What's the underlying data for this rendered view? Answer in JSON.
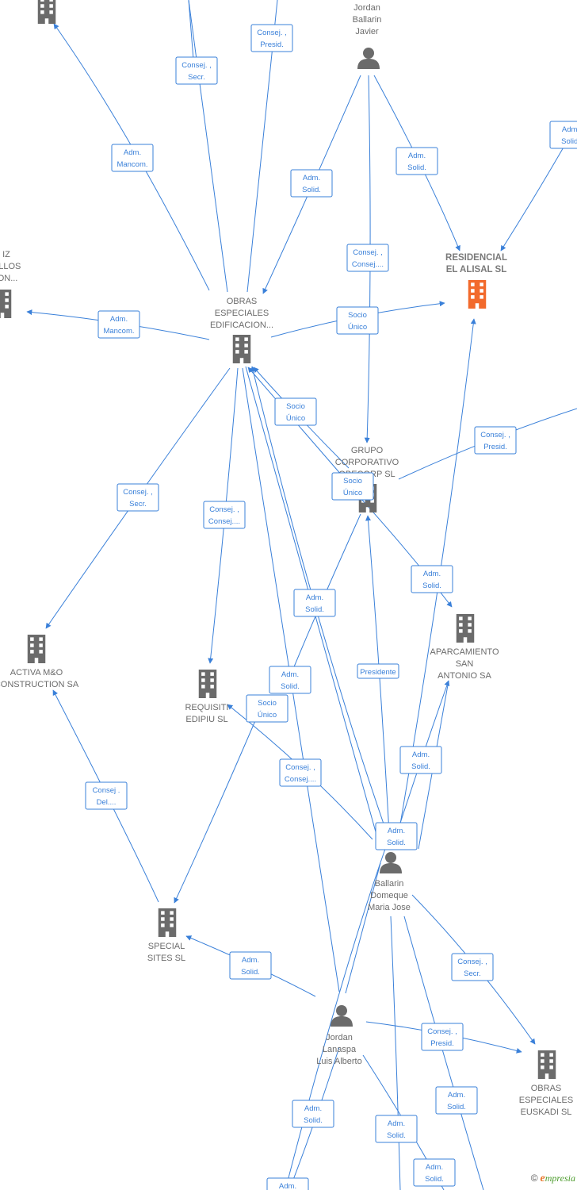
{
  "colors": {
    "edge": "#3a80d9",
    "building": "#6b6b6b",
    "building_highlight": "#f26a2c",
    "person": "#6b6b6b",
    "label": "#6b6b6b"
  },
  "nodes": [
    {
      "id": "top_left_company",
      "type": "company",
      "lines": []
    },
    {
      "id": "obras_especiales_edificacion",
      "type": "company",
      "lines": [
        "OBRAS",
        "ESPECIALES",
        "EDIFICACION..."
      ]
    },
    {
      "id": "left_cut_company",
      "type": "company",
      "lines": [
        "IZ",
        "OLLOS",
        "ION..."
      ]
    },
    {
      "id": "residencial_el_alisal",
      "type": "company",
      "highlight": true,
      "lines": [
        "RESIDENCIAL",
        "EL ALISAL  SL"
      ]
    },
    {
      "id": "jordan_ballarin_javier",
      "type": "person",
      "lines": [
        "Jordan",
        "Ballarin",
        "Javier"
      ]
    },
    {
      "id": "grupo_corporativo",
      "type": "company",
      "lines": [
        "GRUPO",
        "CORPORATIVO",
        "OBECORP SL"
      ]
    },
    {
      "id": "activa_mo_construction",
      "type": "company",
      "lines": [
        "ACTIVA M&O",
        "CONSTRUCTION SA"
      ]
    },
    {
      "id": "requisiti_edipiu",
      "type": "company",
      "lines": [
        "REQUISITI",
        "EDIPIU SL"
      ]
    },
    {
      "id": "aparcamiento_san_antonio",
      "type": "company",
      "lines": [
        "APARCAMIENTO",
        "SAN",
        "ANTONIO SA"
      ]
    },
    {
      "id": "ballarin_domeque_maria_jose",
      "type": "person",
      "lines": [
        "Ballarin",
        "Domeque",
        "Maria Jose"
      ]
    },
    {
      "id": "special_sites",
      "type": "company",
      "lines": [
        "SPECIAL",
        "SITES  SL"
      ]
    },
    {
      "id": "jordan_lanaspa_luis_alberto",
      "type": "person",
      "lines": [
        "Jordan",
        "Lanaspa",
        "Luis Alberto"
      ]
    },
    {
      "id": "obras_especiales_euskadi",
      "type": "company",
      "lines": [
        "OBRAS",
        "ESPECIALES",
        "EUSKADI  SL"
      ]
    }
  ],
  "edges": [
    {
      "label": [
        "Consej. ,",
        "Presid."
      ]
    },
    {
      "label": [
        "Consej. ,",
        "Secr."
      ]
    },
    {
      "label": [
        "Adm.",
        "Mancom."
      ]
    },
    {
      "label": [
        "Adm.",
        "Solid."
      ]
    },
    {
      "label": [
        "Adm.",
        "Solid."
      ]
    },
    {
      "label": [
        "Adm.",
        "Solid."
      ]
    },
    {
      "label": [
        "Consej. ,",
        "Consej...."
      ]
    },
    {
      "label": [
        "Adm.",
        "Mancom."
      ]
    },
    {
      "label": [
        "Socio",
        "Único"
      ]
    },
    {
      "label": [
        "Socio",
        "Único"
      ]
    },
    {
      "label": [
        "Consej. ,",
        "Presid."
      ]
    },
    {
      "label": [
        "Socio",
        "Único"
      ]
    },
    {
      "label": [
        "Consej. ,",
        "Secr."
      ]
    },
    {
      "label": [
        "Consej. ,",
        "Consej...."
      ]
    },
    {
      "label": [
        "Adm.",
        "Solid."
      ]
    },
    {
      "label": [
        "Adm.",
        "Solid."
      ]
    },
    {
      "label": [
        "Adm.",
        "Solid."
      ]
    },
    {
      "label": [
        "Presidente"
      ]
    },
    {
      "label": [
        "Socio",
        "Único"
      ]
    },
    {
      "label": [
        "Adm.",
        "Solid."
      ]
    },
    {
      "label": [
        "Consej. ,",
        "Consej...."
      ]
    },
    {
      "label": [
        "Consej .",
        "Del...."
      ]
    },
    {
      "label": [
        "Adm.",
        "Solid."
      ]
    },
    {
      "label": [
        "Adm.",
        "Solid."
      ]
    },
    {
      "label": [
        "Consej. ,",
        "Secr."
      ]
    },
    {
      "label": [
        "Consej. ,",
        "Presid."
      ]
    },
    {
      "label": [
        "Adm.",
        "Solid."
      ]
    },
    {
      "label": [
        "Adm.",
        "Solid."
      ]
    },
    {
      "label": [
        "Adm.",
        "Solid."
      ]
    },
    {
      "label": [
        "Adm.",
        "Solid."
      ]
    },
    {
      "label": [
        "Adm."
      ]
    }
  ],
  "watermark": {
    "copyright": "©",
    "brand_initial": "e",
    "brand_rest": "mpresia"
  }
}
